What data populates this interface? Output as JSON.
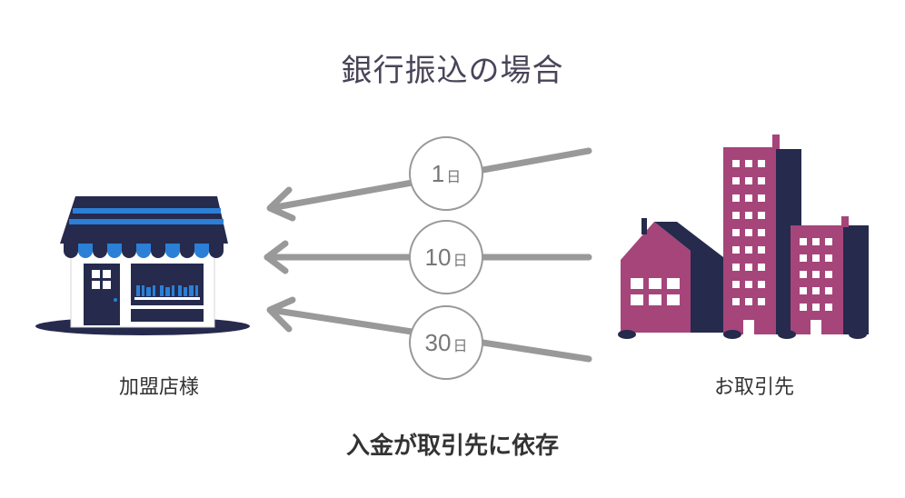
{
  "title": "銀行振込の場合",
  "store": {
    "label": "加盟店様",
    "icon": "storefront-icon"
  },
  "partner": {
    "label": "お取引先",
    "icon": "buildings-icon"
  },
  "transfers": [
    {
      "days": "1",
      "unit": "日"
    },
    {
      "days": "10",
      "unit": "日"
    },
    {
      "days": "30",
      "unit": "日"
    }
  ],
  "note": "入金が取引先に依存",
  "colors": {
    "navy": "#262a4d",
    "magenta": "#a5457a",
    "blue": "#2b7fd6",
    "arrow": "#999999",
    "text": "#333333"
  }
}
